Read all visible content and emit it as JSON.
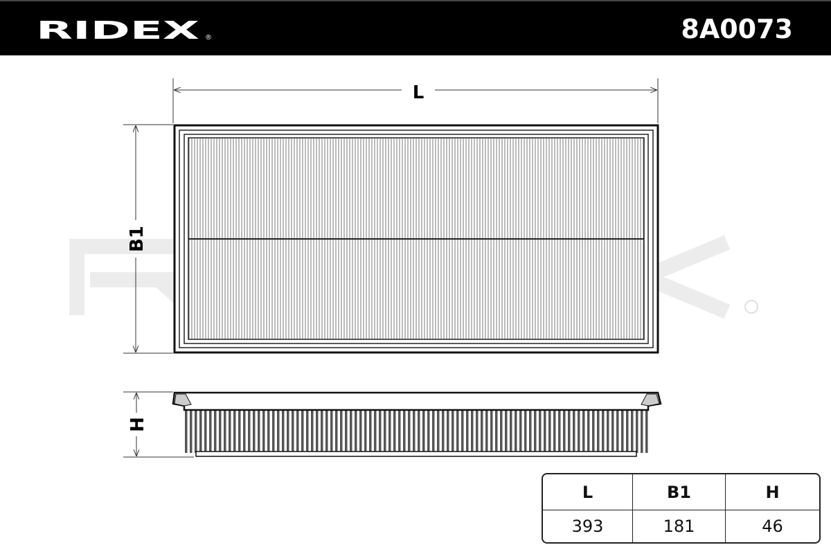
{
  "header": {
    "brand": "RIDEX",
    "registered": "®",
    "part_number": "8A0073",
    "background": "#000000"
  },
  "drawing": {
    "labels": {
      "length": "L",
      "width": "B1",
      "height": "H"
    },
    "watermark": "RIDEX"
  },
  "dimensions_table": {
    "headers": [
      "L",
      "B1",
      "H"
    ],
    "values": [
      "393",
      "181",
      "46"
    ]
  }
}
